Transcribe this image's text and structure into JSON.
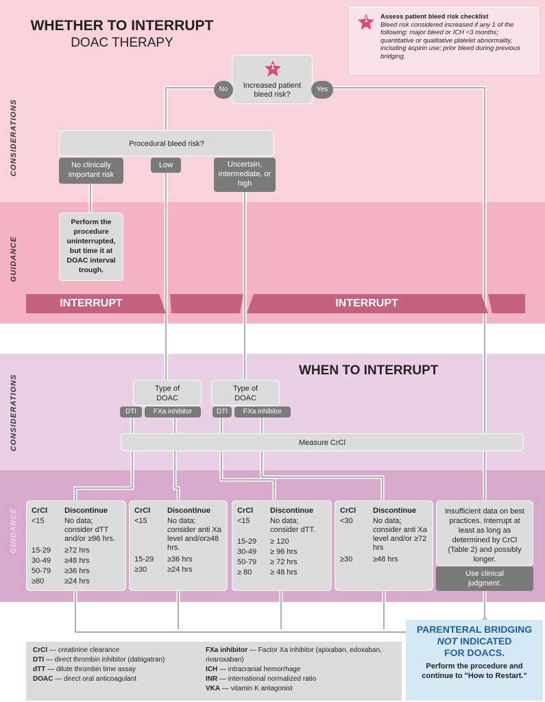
{
  "top_title": {
    "line1": "WHETHER TO INTERRUPT",
    "line2": "DOAC THERAPY"
  },
  "checklist": {
    "badge": "1",
    "title": "Assess patient bleed risk checklist",
    "body": "Bleed risk considered increased if any 1 of the following: major bleed or ICH <3 months; quantitative or qualitative platelet abnormality, including aspirin use; prior bleed during previous bridging."
  },
  "decision_bleed": {
    "badge": "1",
    "question": "Increased patient bleed risk?",
    "no": "No",
    "yes": "Yes"
  },
  "side_labels": {
    "considerations": "CONSIDERATIONS",
    "guidance": "GUIDANCE"
  },
  "procedural": {
    "question": "Procedural bleed risk?",
    "options": [
      "No clinically important risk",
      "Low",
      "Uncertain, intermediate, or high"
    ]
  },
  "uninterrupted": "Perform the procedure uninterrupted, but time it at DOAC interval trough.",
  "interrupt_label": "INTERRUPT",
  "when_title": "WHEN TO INTERRUPT",
  "doac_type": {
    "label": "Type of DOAC",
    "dti": "DTI",
    "fxa": "FXa inhibitor"
  },
  "measure": "Measure CrCl",
  "guidance_boxes": [
    {
      "h1": "CrCl",
      "h2": "Discontinue",
      "rows": [
        [
          "<15",
          "No data; consider dTT and/or ≥96 hrs."
        ],
        [
          "15-29",
          "≥72 hrs"
        ],
        [
          "30-49",
          "≥48 hrs"
        ],
        [
          "50-79",
          "≥36 hrs"
        ],
        [
          "≥80",
          "≥24 hrs"
        ]
      ]
    },
    {
      "h1": "CrCl",
      "h2": "Discontinue",
      "rows": [
        [
          "<15",
          "No data; consider anti Xa level and/or≥48 hrs."
        ],
        [
          "15-29",
          "≥36 hrs"
        ],
        [
          "≥30",
          "≥24 hrs"
        ]
      ]
    },
    {
      "h1": "CrCl",
      "h2": "Discontinue",
      "rows": [
        [
          "<15",
          "No data; consider dTT."
        ],
        [
          "15-29",
          "≥ 120"
        ],
        [
          "30-49",
          "≥ 96 hrs"
        ],
        [
          "50-79",
          "≥ 72 hrs"
        ],
        [
          "≥ 80",
          "≥ 48 hrs"
        ]
      ]
    },
    {
      "h1": "CrCl",
      "h2": "Discontinue",
      "rows": [
        [
          "<30",
          "No data; consider anti Xa level and/or ≥72 hrs"
        ],
        [
          "≥30",
          "≥48 hrs"
        ]
      ]
    }
  ],
  "insufficient": "Insufficient data on best practices. Interrupt at least as long as determined by CrCl (Table 2) and possibly longer.",
  "clinical": "Use clinical judgment.",
  "glossary_left": [
    [
      "CrCl",
      "creatinine clearance"
    ],
    [
      "DTI",
      "direct thrombin inhibitor (dabigatran)"
    ],
    [
      "dTT",
      "dilute thrombin time assay"
    ],
    [
      "DOAC",
      "direct oral anticoagulant"
    ]
  ],
  "glossary_right": [
    [
      "FXa inhibitor",
      "Factor Xa inhibitor (apixaban, edoxaban, rivaroxaban)"
    ],
    [
      "ICH",
      "intracranial hemorrhage"
    ],
    [
      "INR",
      "international normalized ratio"
    ],
    [
      "VKA",
      "vitamin K antagonist"
    ]
  ],
  "bridging": {
    "l1": "PARENTERAL BRIDGING",
    "not": "NOT",
    "l2": " INDICATED",
    "l3": "FOR DOACS.",
    "body": "Perform the procedure and continue to \"How to Restart.\""
  },
  "colors": {
    "pink_light": "#f8d3dc",
    "pink_mid": "#f3b3c3",
    "interrupt_bar": "#c4627f",
    "lavender_light": "#ead0e4",
    "lavender_mid": "#d9a8cd",
    "bridging_bg": "#d4e8f5",
    "bridging_text": "#1f5fa0",
    "star": "#e0467f"
  }
}
